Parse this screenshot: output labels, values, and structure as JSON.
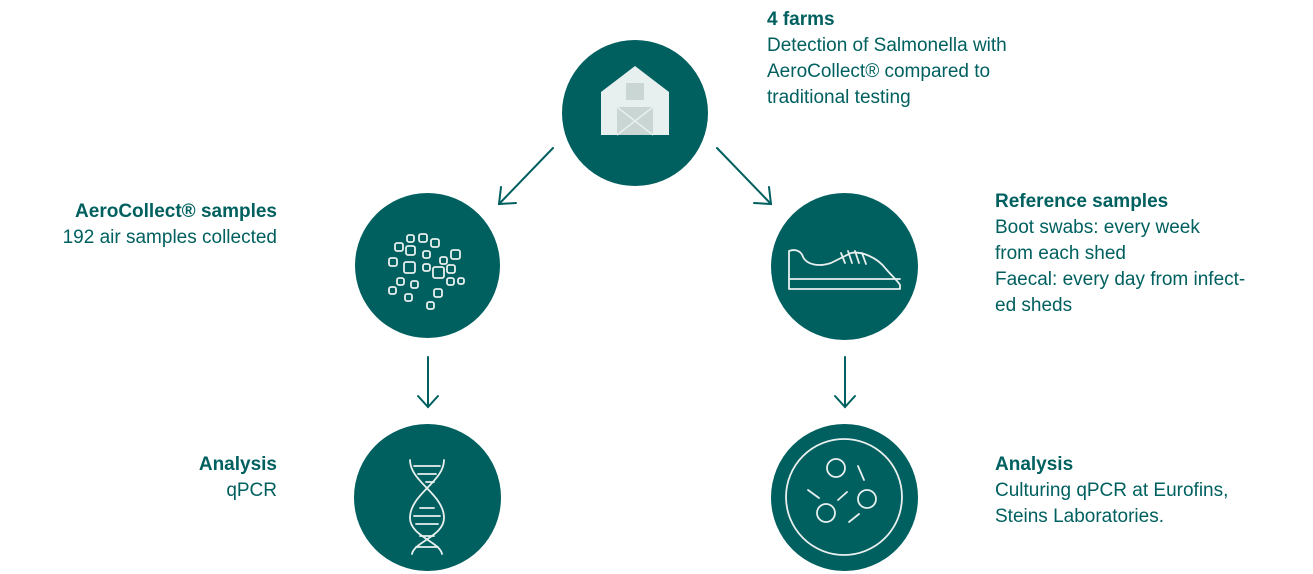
{
  "colors": {
    "primary": "#005f5f",
    "icon_fill": "#e8f0ef",
    "background": "#ffffff"
  },
  "farms": {
    "icon": "barn-icon",
    "title": "4 farms",
    "lines": [
      "Detection of Salmonella with",
      "AeroCollect® compared to",
      "traditional testing"
    ]
  },
  "aerocollect": {
    "icon": "air-particles-icon",
    "title": "AeroCollect® samples",
    "lines": [
      "192 air samples collected"
    ]
  },
  "reference": {
    "icon": "boot-icon",
    "title": "Reference samples",
    "lines": [
      "Boot swabs: every week",
      "from each shed",
      "Faecal: every day from infect-",
      "ed sheds"
    ]
  },
  "analysis_left": {
    "icon": "dna-icon",
    "title": "Analysis",
    "lines": [
      "qPCR"
    ]
  },
  "analysis_right": {
    "icon": "petri-dish-icon",
    "title": "Analysis",
    "lines": [
      "Culturing qPCR at Eurofins,",
      "Steins Laboratories."
    ]
  }
}
